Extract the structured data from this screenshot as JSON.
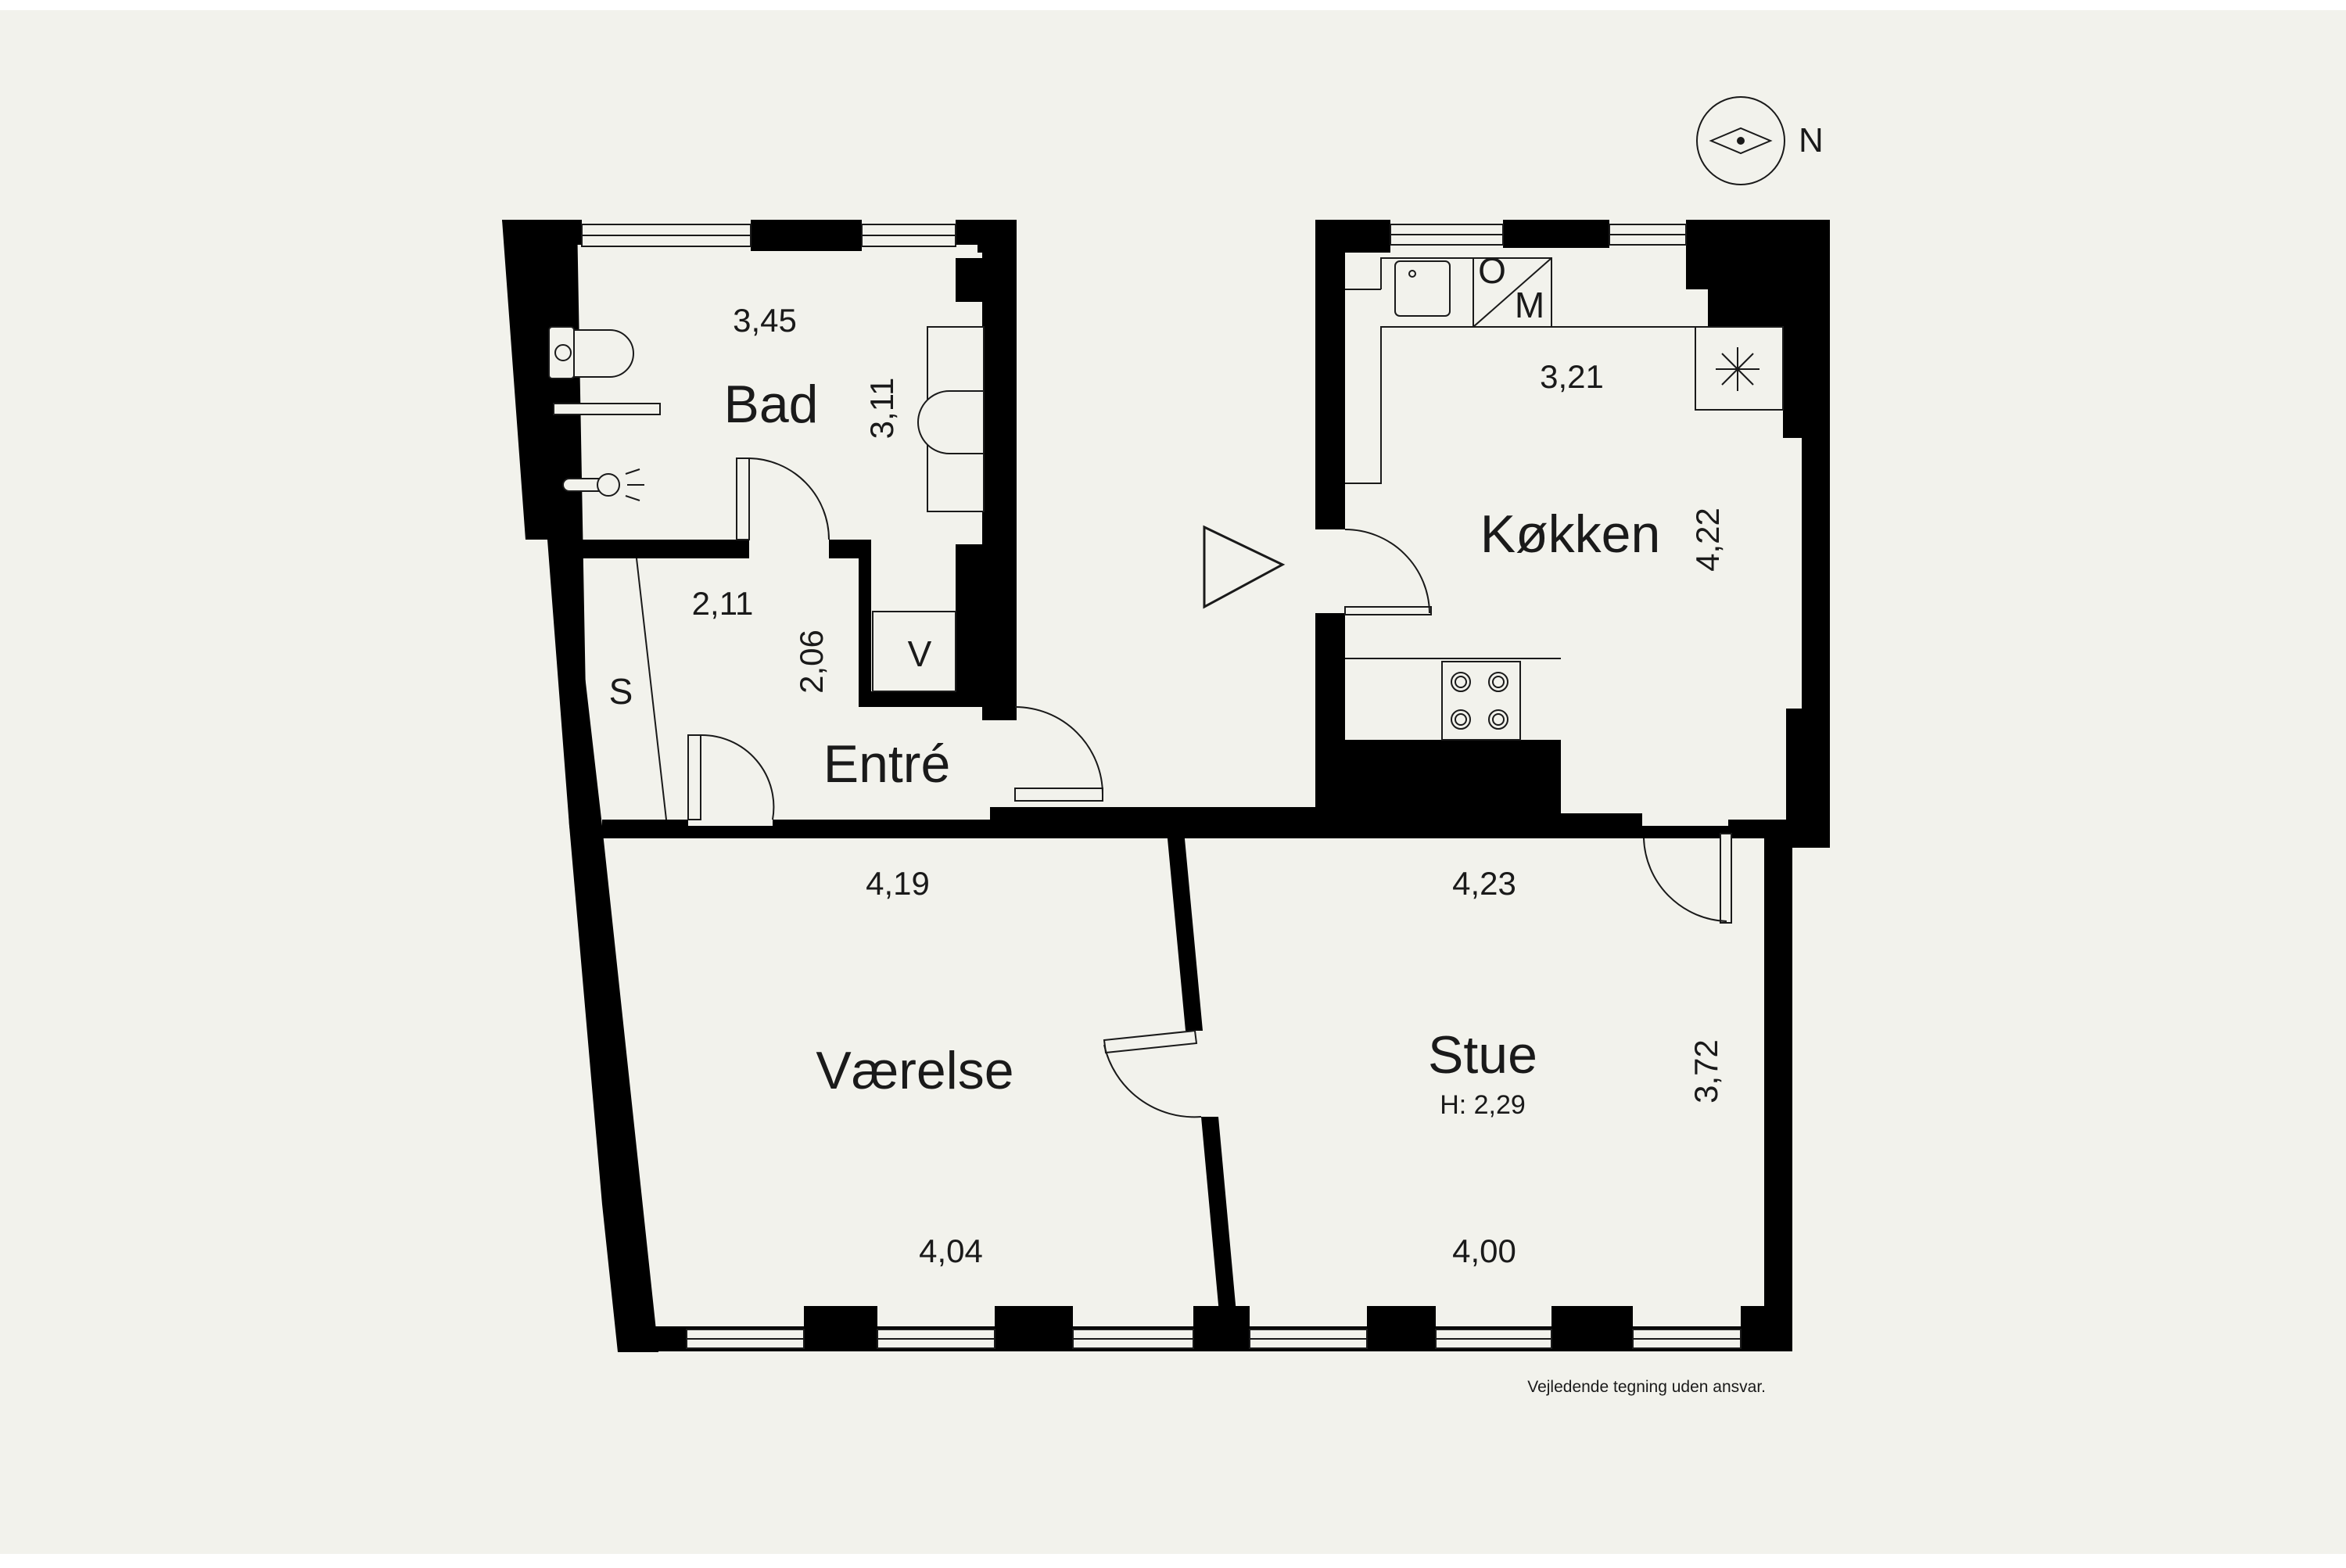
{
  "colors": {
    "background": "#f2f2ec",
    "page": "#ffffff",
    "wall": "#000000",
    "line": "#1a1a1a"
  },
  "compass": {
    "label": "N",
    "icon": "compass-icon"
  },
  "entrance_marker": {
    "icon": "entrance-triangle-icon"
  },
  "rooms": {
    "bad": {
      "name": "Bad",
      "width": "3,45",
      "depth": "3,11"
    },
    "entre": {
      "name": "Entré",
      "width": "2,11",
      "depth": "2,06"
    },
    "koekken": {
      "name": "Køkken",
      "width": "3,21",
      "depth": "4,22"
    },
    "vaerelse": {
      "name": "Værelse",
      "width_top": "4,19",
      "width_bottom": "4,04"
    },
    "stue": {
      "name": "Stue",
      "height": "H: 2,29",
      "width_top": "4,23",
      "width_bottom": "4,00",
      "depth": "3,72"
    }
  },
  "fixtures": {
    "storage": "S",
    "water_heater": "V",
    "oven": "O",
    "microwave": "M"
  },
  "disclaimer": "Vejledende tegning uden ansvar."
}
